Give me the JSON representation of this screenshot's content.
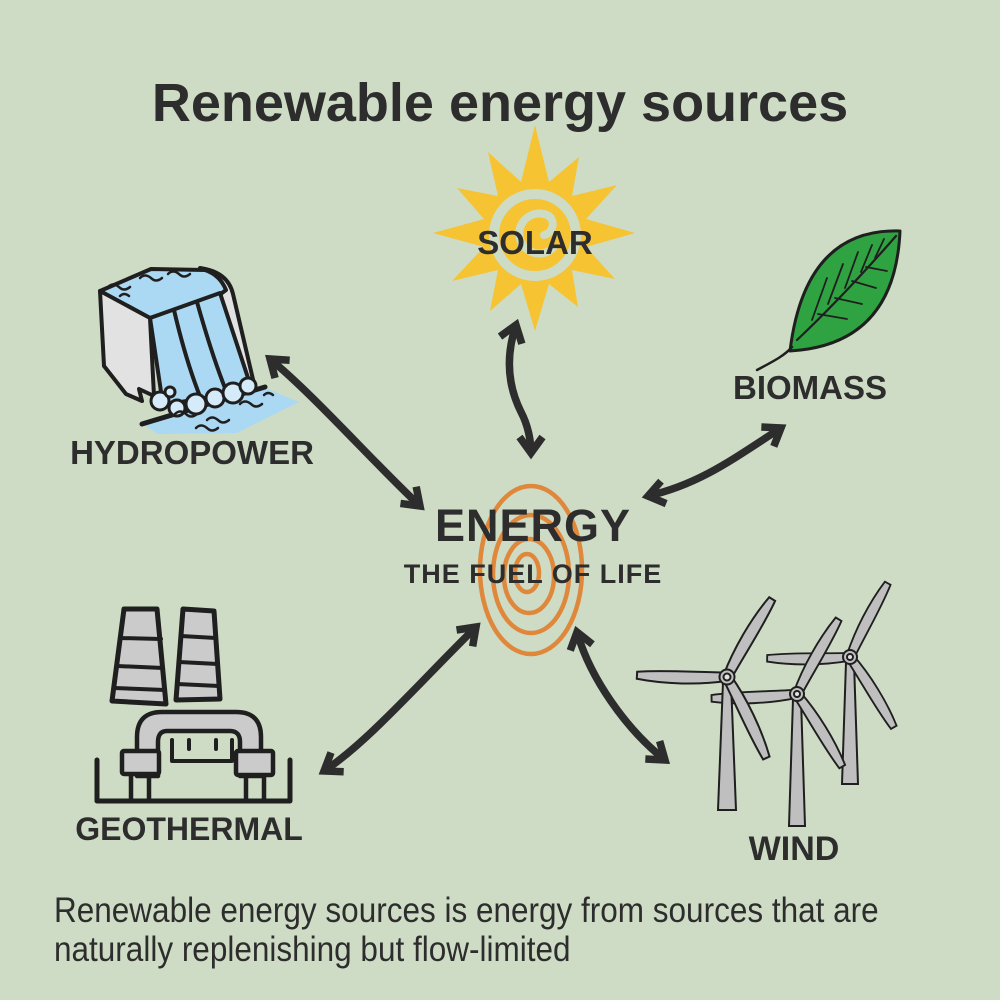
{
  "title": "Renewable energy sources",
  "center": {
    "label": "ENERGY",
    "sublabel": "THE FUEL OF LIFE"
  },
  "sources": {
    "solar": {
      "label": "SOLAR",
      "icon": "sun-icon"
    },
    "biomass": {
      "label": "BIOMASS",
      "icon": "leaf-icon"
    },
    "hydropower": {
      "label": "HYDROPOWER",
      "icon": "dam-icon"
    },
    "geothermal": {
      "label": "GEOTHERMAL",
      "icon": "power-plant-icon"
    },
    "wind": {
      "label": "WIND",
      "icon": "wind-turbines-icon"
    }
  },
  "caption": "Renewable energy sources is energy from sources that are naturally replenishing but flow-limited",
  "colors": {
    "background": "#CEDCC5",
    "ink": "#2D2D2D",
    "icon_outline": "#1F1F1F",
    "sun_yellow": "#F6C333",
    "leaf_green": "#2FA342",
    "water_blue": "#ABD8F2",
    "foam_blue": "#D6EBF9",
    "spiral_orange": "#DF873B",
    "structure_gray": "#E2E2E2",
    "turbine_gray": "#BFBFBF",
    "plant_gray": "#CBCBCB"
  }
}
